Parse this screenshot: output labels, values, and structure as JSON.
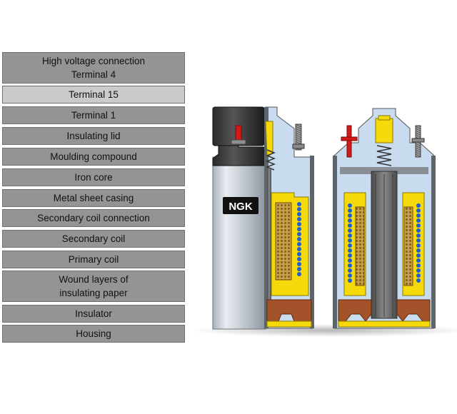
{
  "labels": [
    {
      "line1": "High voltage connection",
      "line2": "Terminal 4",
      "active": false
    },
    {
      "line1": "Terminal 15",
      "line2": "",
      "active": true
    },
    {
      "line1": "Terminal 1",
      "line2": "",
      "active": false
    },
    {
      "line1": "Insulating lid",
      "line2": "",
      "active": false
    },
    {
      "line1": "Moulding compound",
      "line2": "",
      "active": false
    },
    {
      "line1": "Iron core",
      "line2": "",
      "active": false
    },
    {
      "line1": "Metal sheet casing",
      "line2": "",
      "active": false
    },
    {
      "line1": "Secondary coil connection",
      "line2": "",
      "active": false
    },
    {
      "line1": "Secondary coil",
      "line2": "",
      "active": false
    },
    {
      "line1": "Primary coil",
      "line2": "",
      "active": false
    },
    {
      "line1": "Wound layers of",
      "line2": "insulating paper",
      "active": false
    },
    {
      "line1": "Insulator",
      "line2": "",
      "active": false
    },
    {
      "line1": "Housing",
      "line2": "",
      "active": false
    }
  ],
  "diagram": {
    "brand": "NGK",
    "colors": {
      "insulation_blue": "#c9dcef",
      "compound_yellow": "#f5d90a",
      "primary_coil_blue": "#1f5fd6",
      "winding_tan": "#c9a24a",
      "insulator_brown": "#a4522a",
      "casing_grey": "#8a8f96",
      "iron_core": "#6a6a6a",
      "terminal_red": "#d21a1a"
    }
  }
}
